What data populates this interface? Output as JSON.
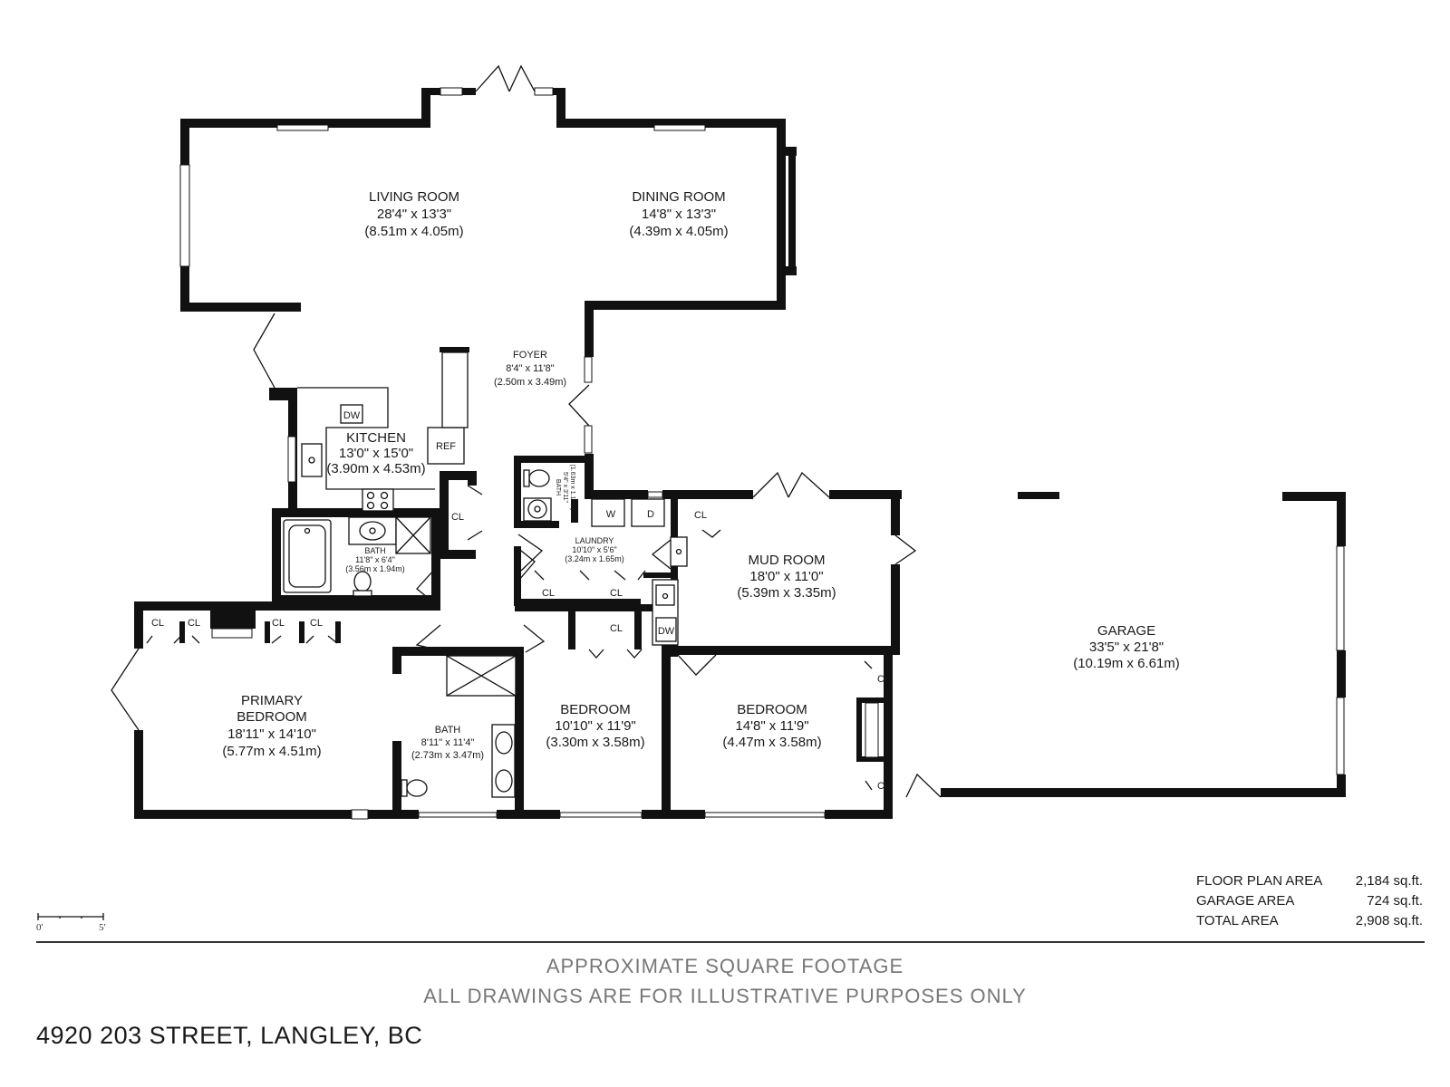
{
  "rooms": {
    "living_room": {
      "name": "LIVING ROOM",
      "dim_imperial": "28'4\" x 13'3\"",
      "dim_metric": "(8.51m x 4.05m)"
    },
    "dining_room": {
      "name": "DINING ROOM",
      "dim_imperial": "14'8\" x 13'3\"",
      "dim_metric": "(4.39m x 4.05m)"
    },
    "foyer": {
      "name": "FOYER",
      "dim_imperial": "8'4\" x 11'8\"",
      "dim_metric": "(2.50m x 3.49m)"
    },
    "kitchen": {
      "name": "KITCHEN",
      "dim_imperial": "13'0\" x 15'0\"",
      "dim_metric": "(3.90m x 4.53m)"
    },
    "bath_main": {
      "name": "BATH",
      "dim_imperial": "11'8\" x 6'4\"",
      "dim_metric": "(3.56m x 1.94m)"
    },
    "bath_small": {
      "name": "BATH",
      "dim_imperial": "5'4\" x 3'11\"",
      "dim_metric": "(1.63m x 1.19m)"
    },
    "laundry": {
      "name": "LAUNDRY",
      "dim_imperial": "10'10\" x 5'6\"",
      "dim_metric": "(3.24m x 1.65m)"
    },
    "mud_room": {
      "name": "MUD ROOM",
      "dim_imperial": "18'0\" x 11'0\"",
      "dim_metric": "(5.39m x 3.35m)"
    },
    "garage": {
      "name": "GARAGE",
      "dim_imperial": "33'5\" x 21'8\"",
      "dim_metric": "(10.19m x 6.61m)"
    },
    "primary_bedroom": {
      "name_line1": "PRIMARY",
      "name_line2": "BEDROOM",
      "dim_imperial": "18'11\" x 14'10\"",
      "dim_metric": "(5.77m x 4.51m)"
    },
    "bath_ensuite": {
      "name": "BATH",
      "dim_imperial": "8'11\" x 11'4\"",
      "dim_metric": "(2.73m x 3.47m)"
    },
    "bedroom_2": {
      "name": "BEDROOM",
      "dim_imperial": "10'10\" x 11'9\"",
      "dim_metric": "(3.30m x 3.58m)"
    },
    "bedroom_3": {
      "name": "BEDROOM",
      "dim_imperial": "14'8\" x 11'9\"",
      "dim_metric": "(4.47m x 3.58m)"
    }
  },
  "fixture_labels": {
    "closet": "CL",
    "dishwasher": "DW",
    "refrigerator": "REF",
    "washer": "W",
    "dryer": "D"
  },
  "scale_bar": {
    "start": "0'",
    "end": "5'"
  },
  "areas": [
    {
      "label": "FLOOR PLAN AREA",
      "value": "2,184 sq.ft."
    },
    {
      "label": "GARAGE AREA",
      "value": "724 sq.ft."
    },
    {
      "label": "TOTAL AREA",
      "value": "2,908 sq.ft."
    }
  ],
  "disclaimer": {
    "line1": "APPROXIMATE SQUARE FOOTAGE",
    "line2": "ALL DRAWINGS ARE FOR ILLUSTRATIVE PURPOSES ONLY"
  },
  "address": "4920 203 STREET, LANGLEY, BC"
}
